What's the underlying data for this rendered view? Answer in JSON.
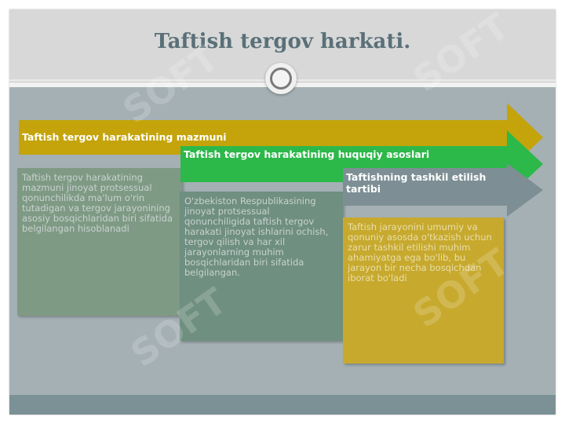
{
  "slide": {
    "title": "Taftish tergov harkati.",
    "colors": {
      "background": "#a4b0b4",
      "title_band": "#d8d8d8",
      "title_text": "#5a7078",
      "bottom_band": "#7b9195"
    }
  },
  "steps": [
    {
      "heading": "Taftish tergov harakatining mazmuni",
      "body": "Taftish tergov harakatining mazmuni jinoyat protsessual qonunchilikda ma'lum o'rin tutadigan va tergov jarayonining asosiy bosqichlaridan biri sifatida belgilangan hisoblanadi",
      "color_arrow": "#c4a40a",
      "color_card": "#7f9a84"
    },
    {
      "heading": "Taftish tergov harakatining huquqiy asoslari",
      "body": "O'zbekiston Respublikasining jinoyat protsessual qonunchiligida taftish tergov harakati jinoyat ishlarini ochish, tergov qilish va har xil jarayonlarning muhim bosqichlaridan biri sifatida belgilangan.",
      "color_arrow": "#2db84a",
      "color_card": "#6f8f80"
    },
    {
      "heading": "Taftishning tashkil etilish tartibi",
      "body": "Taftish jarayonini umumiy va qonuniy asosda o'tkazish uchun zarur tashkil etilishi muhim ahamiyatga ega bo'lib, bu jarayon bir necha bosqichdan iborat bo'ladi",
      "color_arrow": "#7d8f94",
      "color_card": "#c7a92e"
    }
  ],
  "watermark": "SOFT"
}
